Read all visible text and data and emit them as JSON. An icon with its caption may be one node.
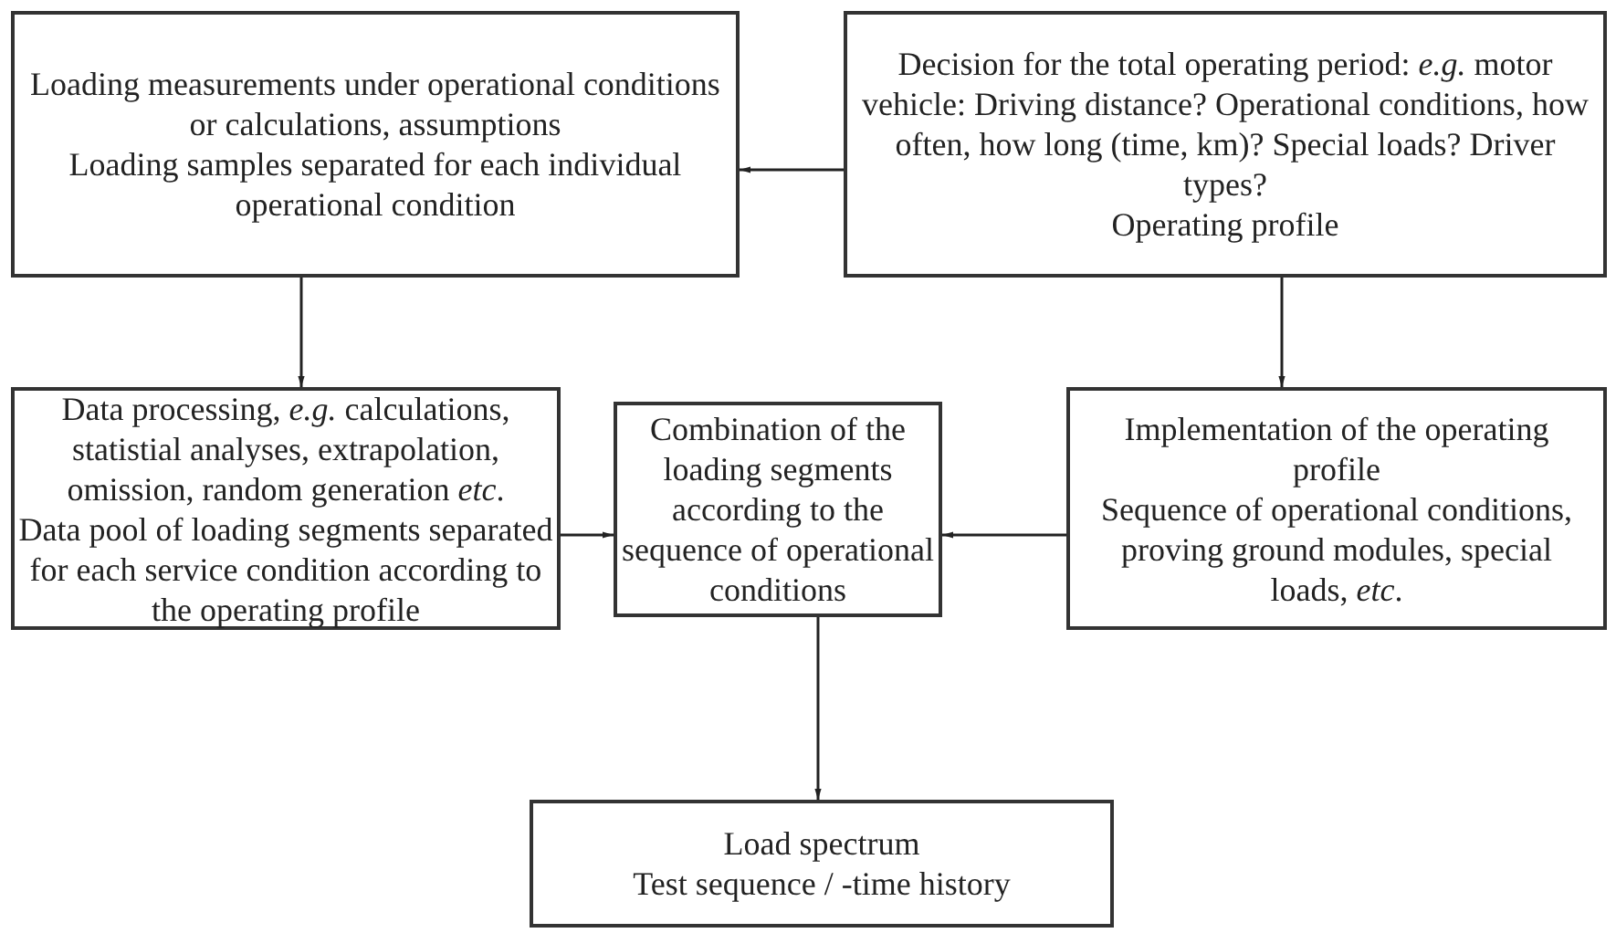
{
  "diagram": {
    "nodes": [
      {
        "text": [
          "Loading measurements under operational conditions or calculations, assumptions",
          "Loading samples separated for each individual operational condition"
        ]
      },
      {
        "text": [
          "Decision for the total operating period: *e.g.* motor vehicle: Driving distance? Operational conditions, how often, how long (time, km)? Special loads? Driver types?",
          "Operating profile"
        ]
      },
      {
        "text": [
          "Data processing, *e.g.* calculations, statistial analyses, extrapolation, omission, random generation *etc*.",
          "Data pool of loading segments separated for each service condition according to the operating profile"
        ]
      },
      {
        "text": [
          "Combination of the loading segments according to the sequence of operational conditions"
        ]
      },
      {
        "text": [
          "Implementation of the operating profile",
          "Sequence of operational conditions, proving ground modules, special loads, *etc*."
        ]
      },
      {
        "text": [
          "Load spectrum",
          "Test sequence / -time history"
        ]
      }
    ],
    "edges": [
      {
        "from": 1,
        "to": 0,
        "arrow": "to"
      },
      {
        "from": 0,
        "to": 2,
        "arrow": "to"
      },
      {
        "from": 1,
        "to": 4,
        "arrow": "to"
      },
      {
        "from": 2,
        "to": 3,
        "arrow": "to"
      },
      {
        "from": 4,
        "to": 3,
        "arrow": "to"
      },
      {
        "from": 3,
        "to": 5,
        "arrow": "to"
      }
    ]
  }
}
